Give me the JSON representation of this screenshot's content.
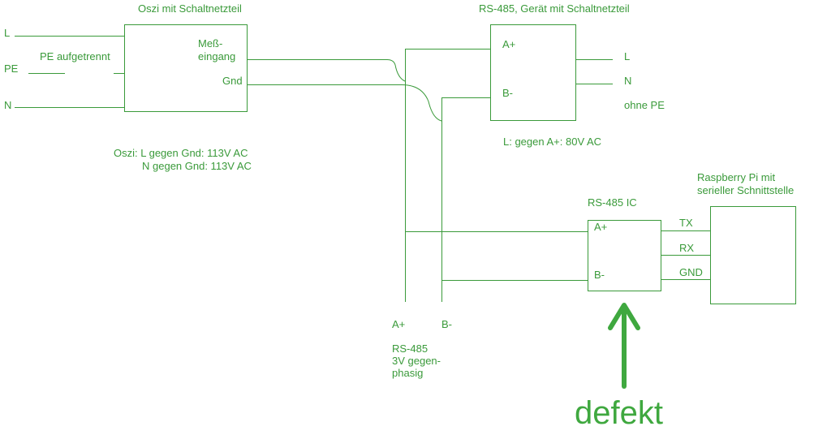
{
  "colors": {
    "line": "#3a9a3a",
    "text": "#3a9a3a",
    "arrow": "#3fa83f",
    "background": "#ffffff"
  },
  "scope": {
    "title": "Oszi mit Schaltnetzteil",
    "input_l": "L",
    "input_pe": "PE",
    "input_n": "N",
    "pe_note": "PE aufgetrennt",
    "meas_line1": "Meß-",
    "meas_line2": "eingang",
    "gnd": "Gnd",
    "note_line1": "Oszi: L gegen Gnd: 113V AC",
    "note_line2": "N gegen Gnd: 113V AC"
  },
  "device": {
    "title": "RS-485, Gerät mit Schaltnetzteil",
    "a_plus": "A+",
    "b_minus": "B-",
    "out_l": "L",
    "out_n": "N",
    "no_pe": "ohne PE",
    "note": "L: gegen A+: 80V AC"
  },
  "ic": {
    "title": "RS-485 IC",
    "a_plus": "A+",
    "b_minus": "B-",
    "tx": "TX",
    "rx": "RX",
    "gnd": "GND"
  },
  "raspberry": {
    "title_line1": "Raspberry Pi mit",
    "title_line2": "serieller Schnittstelle"
  },
  "bus": {
    "a_plus": "A+",
    "b_minus": "B-",
    "note_line1": "RS-485",
    "note_line2": "3V gegen-",
    "note_line3": "phasig"
  },
  "defect_label": "defekt"
}
